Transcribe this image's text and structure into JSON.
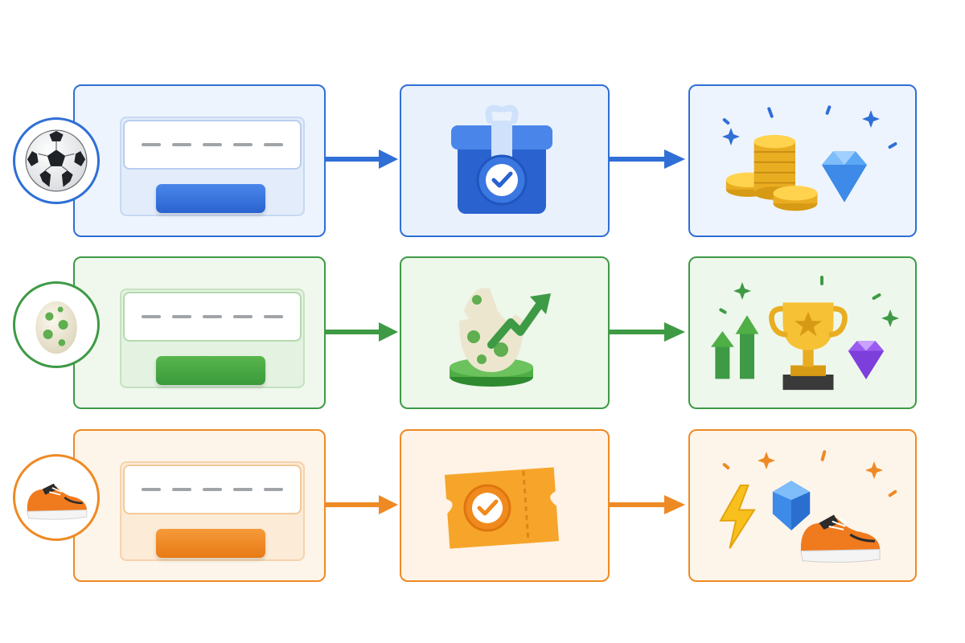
{
  "colors": {
    "blue": "#2f6fd6",
    "green": "#3e9a45",
    "orange": "#ee8a24"
  },
  "rows": [
    {
      "theme": "blue",
      "avatar_icon": "soccer-ball-icon",
      "middle_icon": "gift-box-check-icon",
      "reward_icons": [
        "coin-stack-icon",
        "diamond-icon",
        "sparkle-icon"
      ]
    },
    {
      "theme": "green",
      "avatar_icon": "spotted-egg-icon",
      "middle_icon": "hatching-egg-growth-arrow-icon",
      "reward_icons": [
        "growth-arrows-icon",
        "trophy-icon",
        "purple-gem-icon",
        "sparkle-icon"
      ]
    },
    {
      "theme": "orange",
      "avatar_icon": "sneaker-icon",
      "middle_icon": "ticket-check-icon",
      "reward_icons": [
        "lightning-icon",
        "blue-gem-icon",
        "sneaker-icon",
        "sparkle-icon"
      ]
    }
  ]
}
